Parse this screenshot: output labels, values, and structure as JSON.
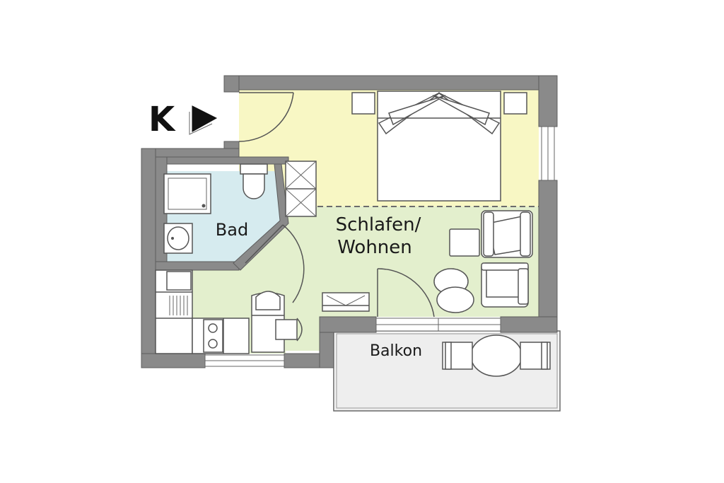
{
  "entrance": {
    "label": "K"
  },
  "rooms": [
    {
      "id": "bath",
      "label": "Bad"
    },
    {
      "id": "living",
      "label_line1": "Schlafen/",
      "label_line2": "Wohnen"
    },
    {
      "id": "balcony",
      "label": "Balkon"
    }
  ],
  "colors": {
    "sleeping_area": "#f8f7c4",
    "living_area": "#e3efcd",
    "bath": "#d6ebef",
    "balcony": "#eeeeee",
    "wall": "#8a8a8a",
    "line": "#555555"
  },
  "icons": [
    "entrance-arrow-icon",
    "door-swing-icon",
    "double-bed-icon",
    "armchair-icon",
    "shower-icon",
    "toilet-icon",
    "sink-icon",
    "stove-icon",
    "tv-icon",
    "table-icon",
    "chair-icon"
  ]
}
